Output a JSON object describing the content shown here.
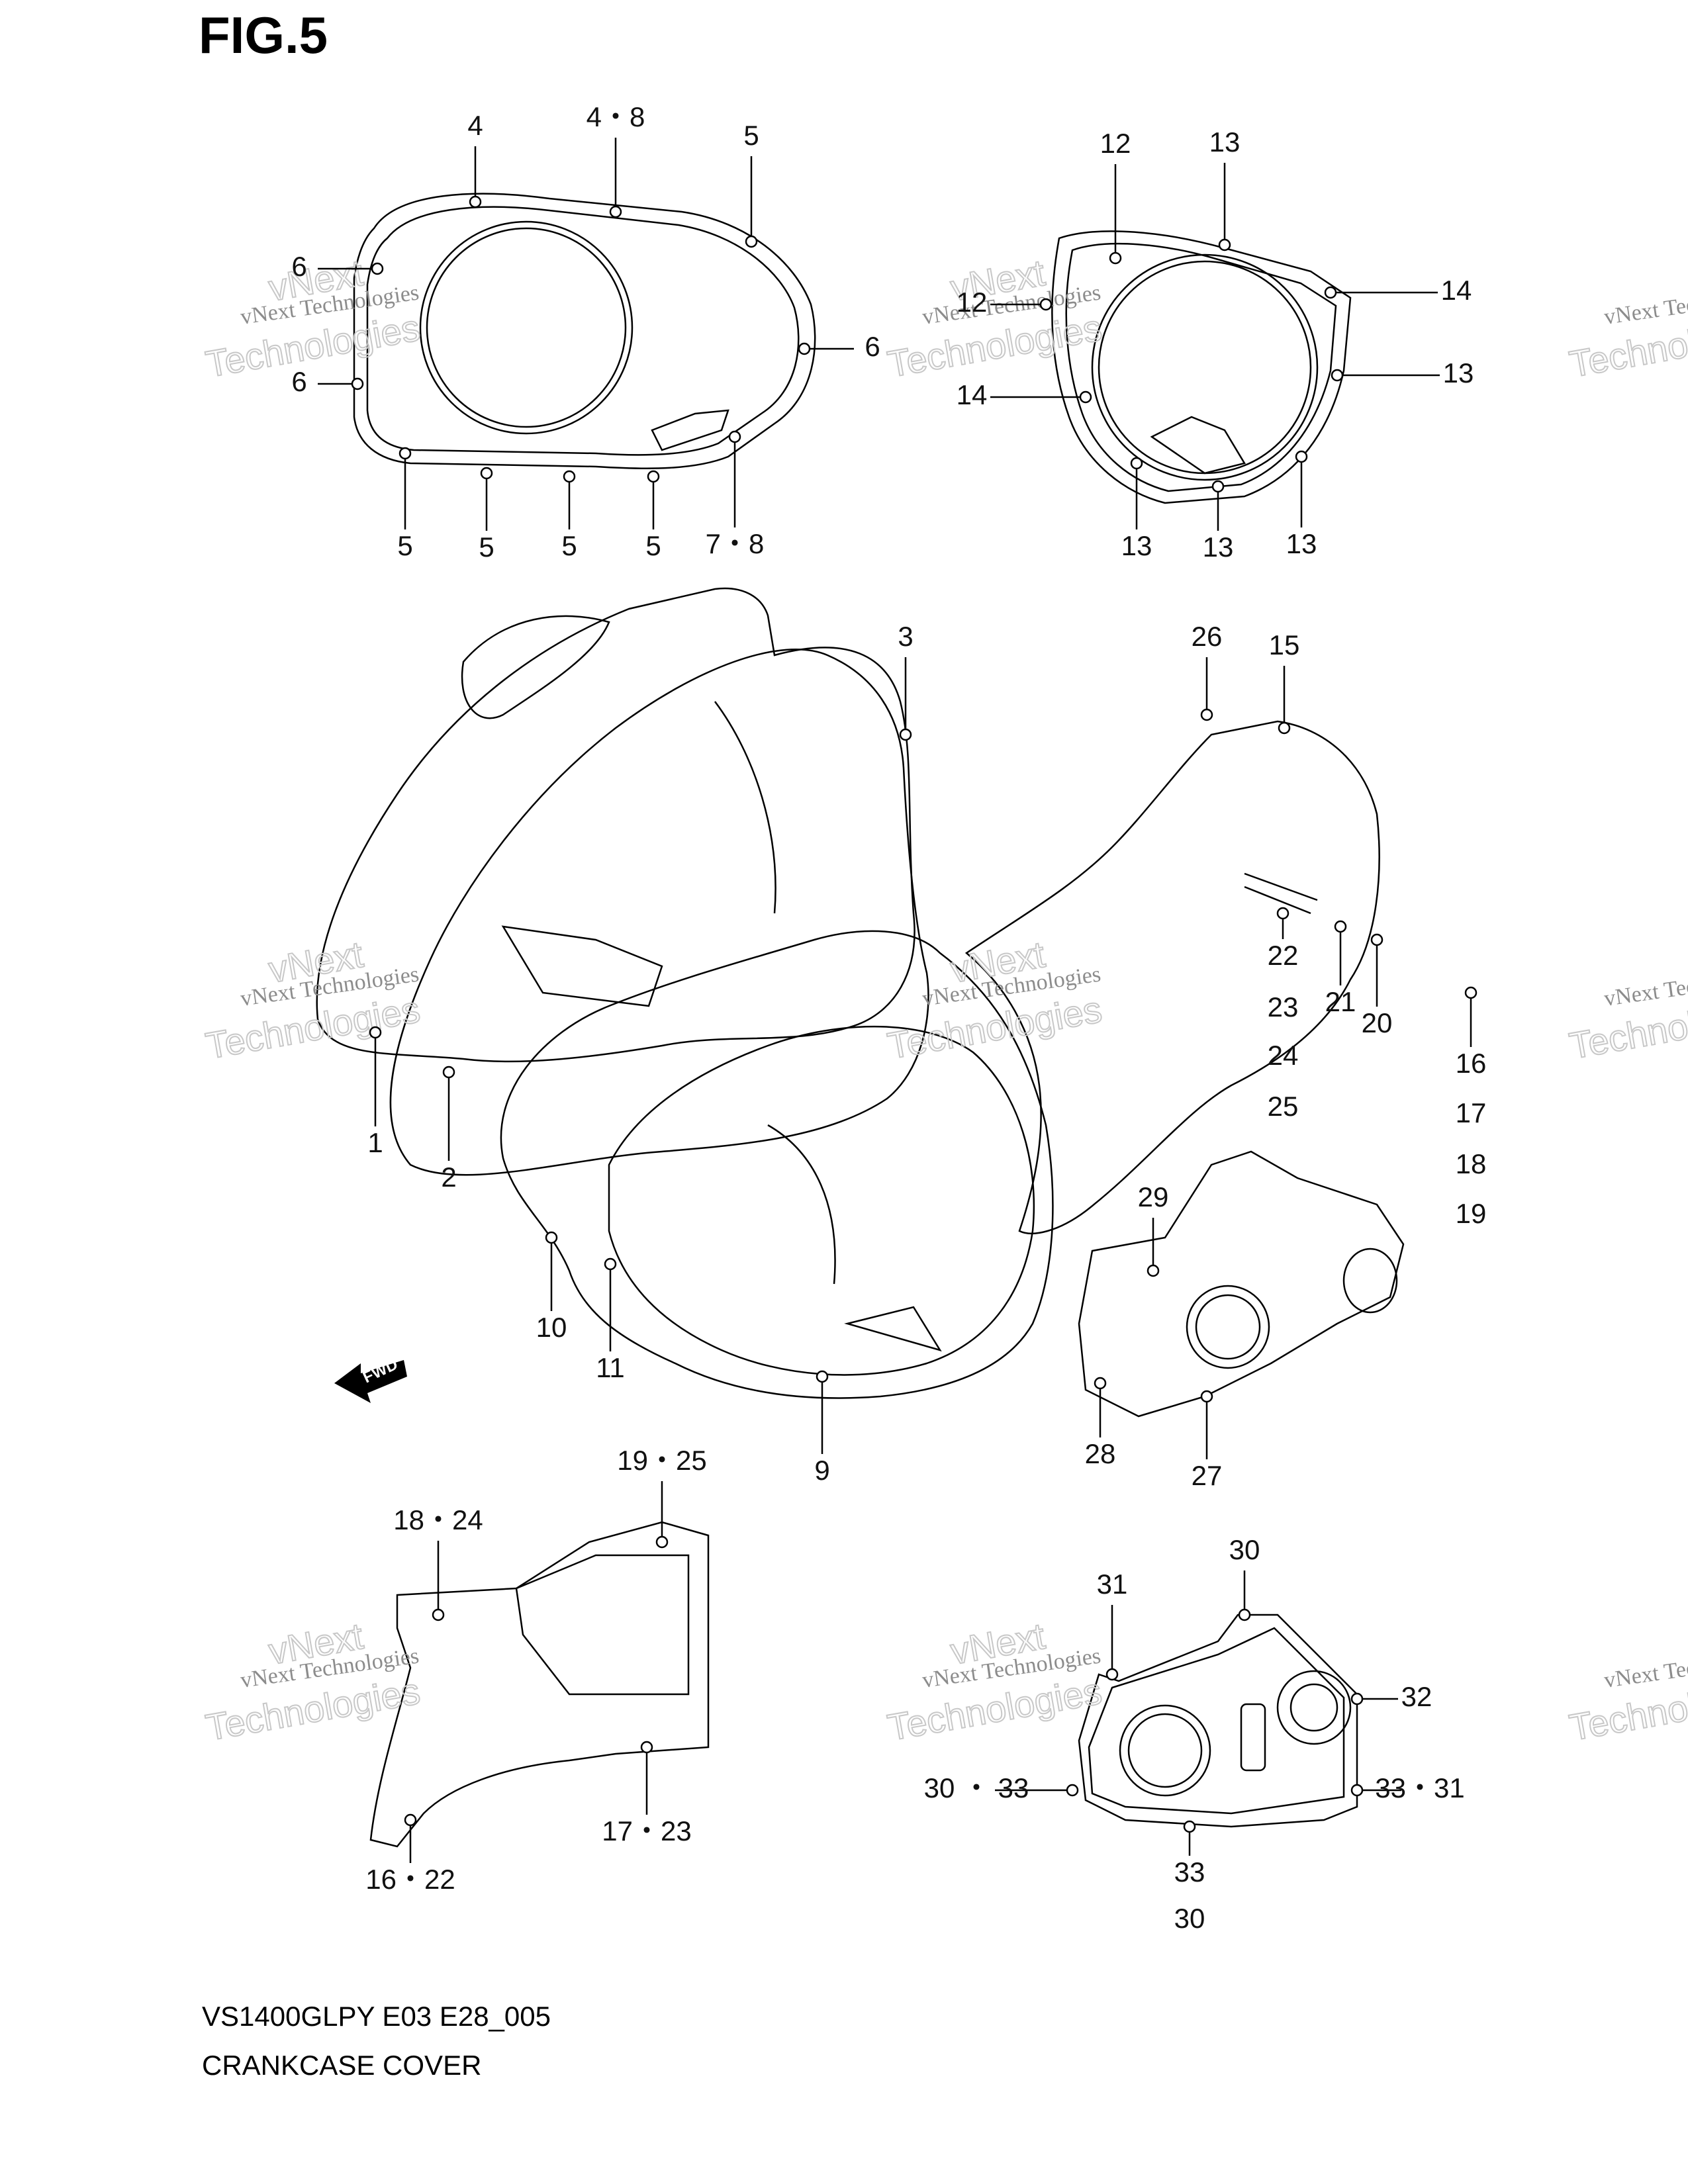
{
  "figure_title": "FIG.5",
  "model_code": "VS1400GLPY E03 E28_005",
  "section_title": "CRANKCASE COVER",
  "watermark": {
    "line1": "vNext Technologies",
    "line2": "Technologies",
    "line3": "vNext"
  },
  "fwd_label": "FWD",
  "callouts": [
    "4",
    "4・8",
    "5",
    "6",
    "6",
    "6",
    "5",
    "5",
    "5",
    "5",
    "7・8",
    "12",
    "13",
    "12",
    "14",
    "14",
    "13",
    "13",
    "13",
    "13",
    "3",
    "26",
    "15",
    "22",
    "23",
    "24",
    "25",
    "21",
    "20",
    "16",
    "17",
    "18",
    "19",
    "1",
    "2",
    "10",
    "11",
    "9",
    "29",
    "28",
    "27",
    "19・25",
    "18・24",
    "17・23",
    "16・22",
    "31",
    "30",
    "32",
    "30 ・ 33",
    "33・31",
    "33",
    "30"
  ],
  "colors": {
    "line": "#000000",
    "watermark_text": "#8c8c8c",
    "watermark_outline": "#c8c8c8",
    "background": "#ffffff"
  }
}
